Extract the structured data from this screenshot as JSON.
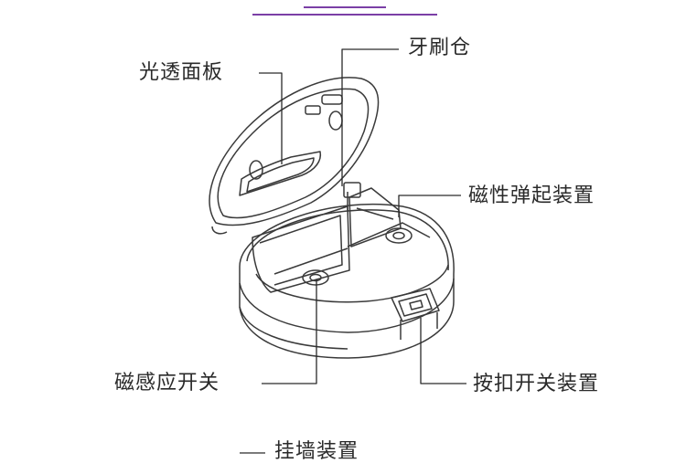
{
  "labels": {
    "light_panel": "光透面板",
    "brush_compartment": "牙刷仓",
    "magnetic_popup": "磁性弹起装置",
    "magnetic_switch": "磁感应开关",
    "button_switch": "按扣开关装置",
    "mount": "挂墙装置"
  },
  "colors": {
    "accent": "#7b3fa6",
    "line": "#3a3a3a"
  }
}
